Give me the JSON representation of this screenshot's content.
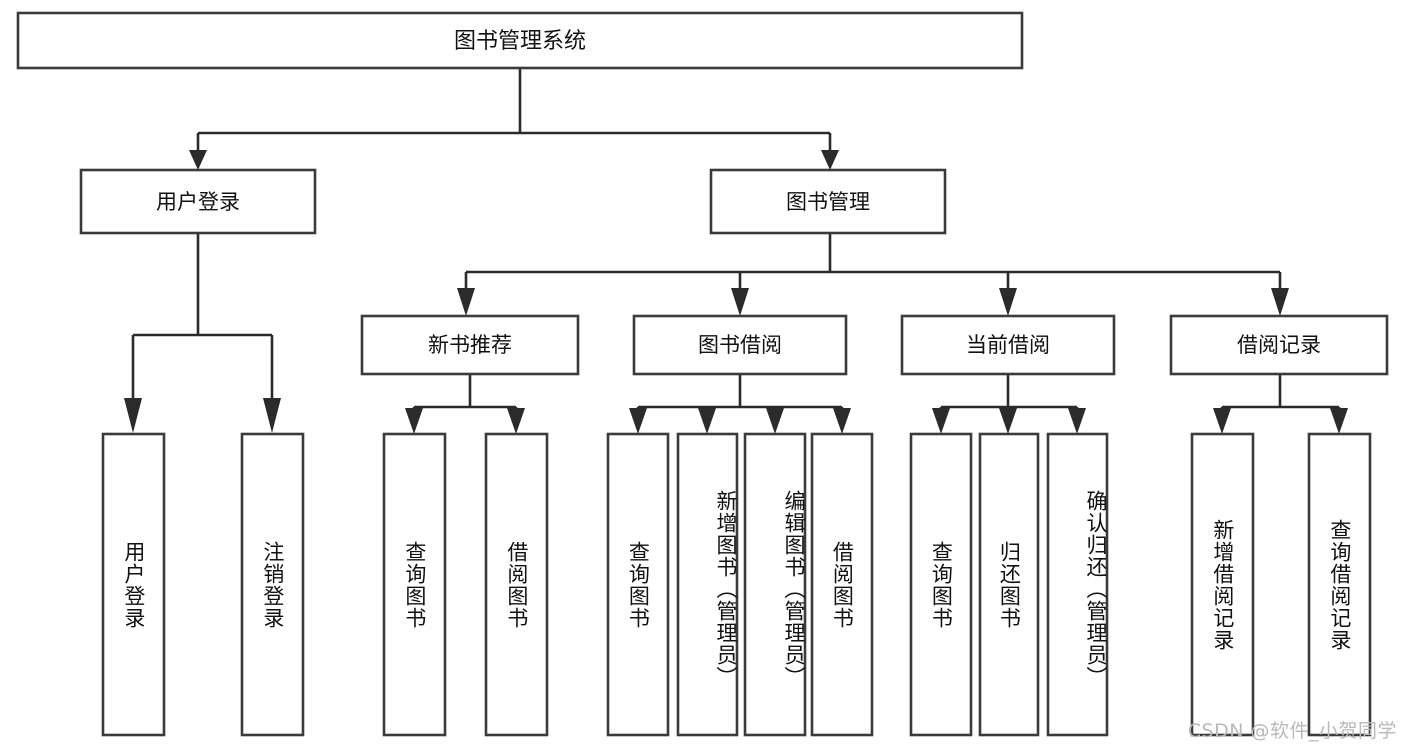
{
  "diagram": {
    "title": "图书管理系统",
    "type": "tree",
    "watermark": "CSDN @软件_小贺同学",
    "colors": {
      "box_stroke": "#3b3b3b",
      "connector": "#2b2b2b",
      "background": "#ffffff",
      "text": "#111111",
      "watermark": "#b9b9b9"
    },
    "levels": {
      "root": {
        "label": "图书管理系统"
      },
      "level2": [
        {
          "label": "用户登录"
        },
        {
          "label": "图书管理"
        }
      ],
      "level3": [
        {
          "label": "新书推荐"
        },
        {
          "label": "图书借阅"
        },
        {
          "label": "当前借阅"
        },
        {
          "label": "借阅记录"
        }
      ],
      "leaves_user_login": [
        {
          "label": "用户登录"
        },
        {
          "label": "注销登录"
        }
      ],
      "leaves_new_book": [
        {
          "label": "查询图书"
        },
        {
          "label": "借阅图书"
        }
      ],
      "leaves_borrow": [
        {
          "label": "查询图书"
        },
        {
          "label": "新增图书（管理员）"
        },
        {
          "label": "编辑图书（管理员）"
        },
        {
          "label": "借阅图书"
        }
      ],
      "leaves_current": [
        {
          "label": "查询图书"
        },
        {
          "label": "归还图书"
        },
        {
          "label": "确认归还（管理员）"
        }
      ],
      "leaves_records": [
        {
          "label": "新增借阅记录"
        },
        {
          "label": "查询借阅记录"
        }
      ]
    }
  }
}
